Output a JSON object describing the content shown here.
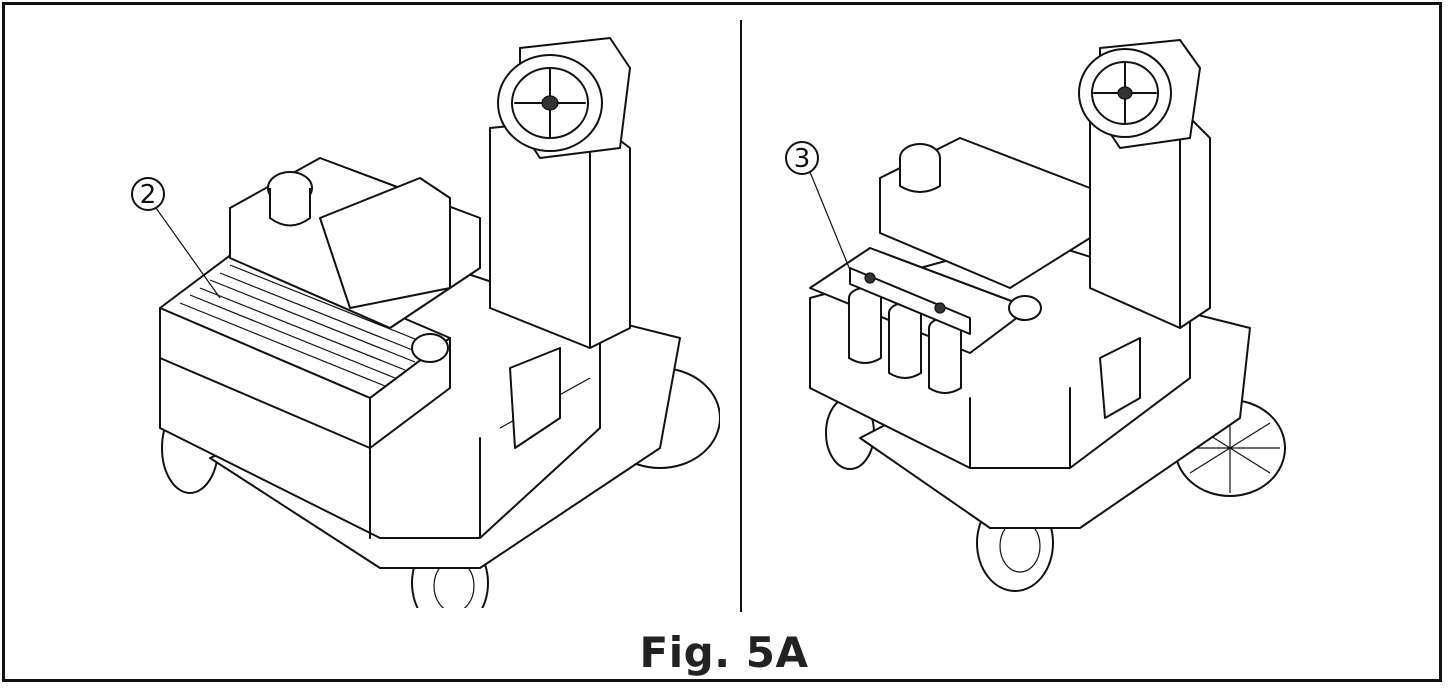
{
  "figure": {
    "caption": "Fig. 5A",
    "left_view": {
      "callout": "2"
    },
    "right_view": {
      "callout": "3"
    }
  },
  "colors": {
    "line": "#111111",
    "background": "#ffffff",
    "caption": "#222222"
  }
}
